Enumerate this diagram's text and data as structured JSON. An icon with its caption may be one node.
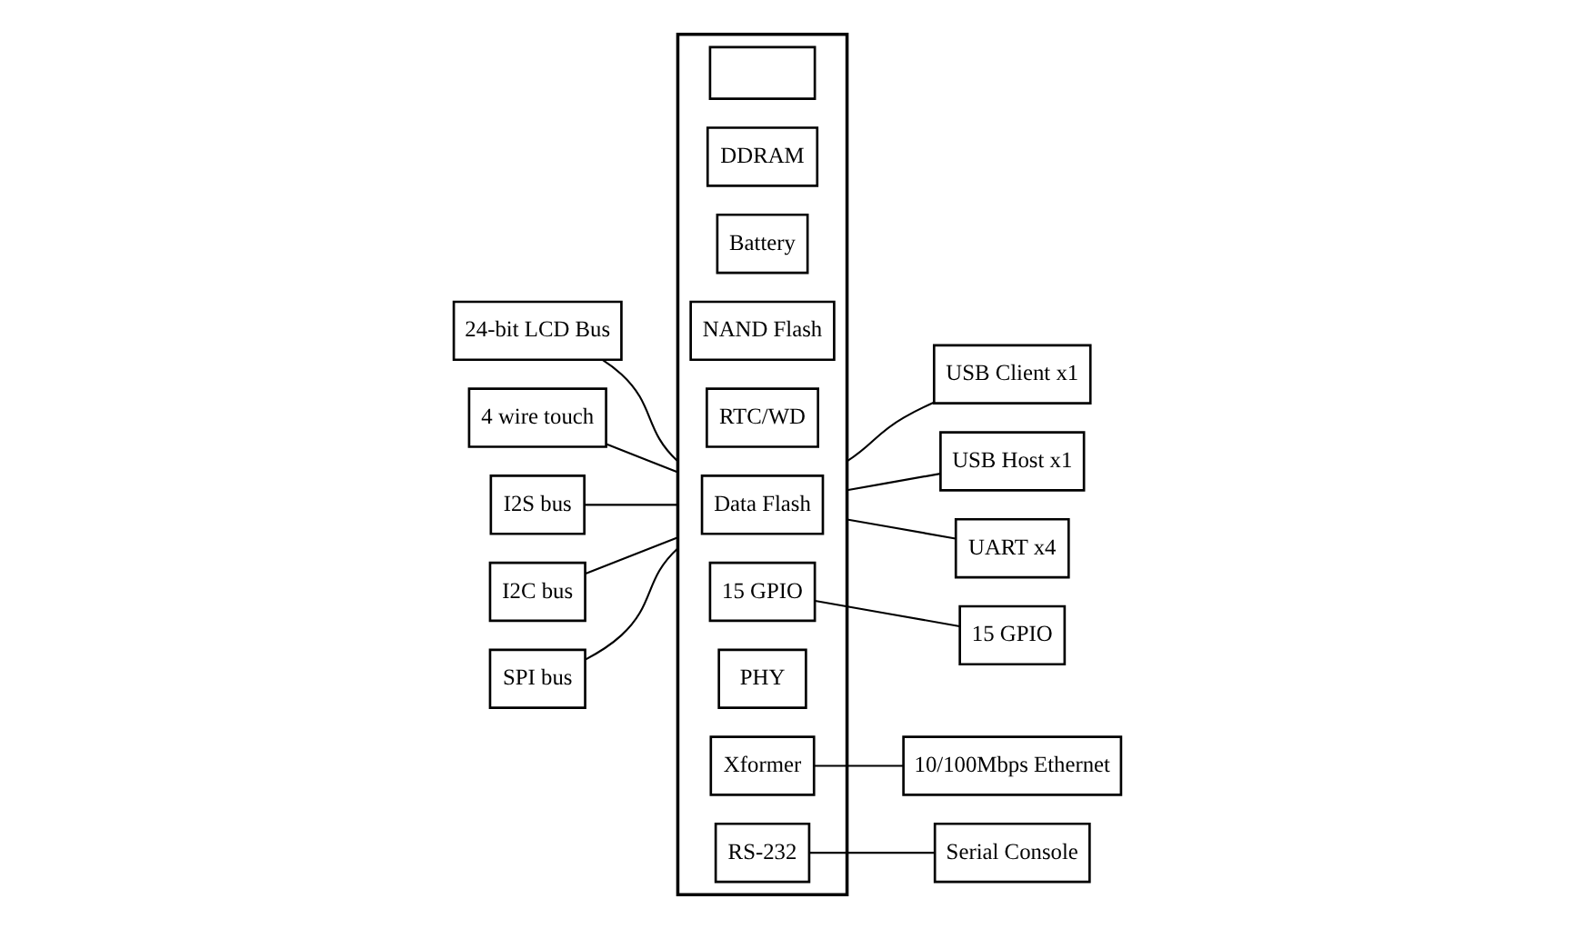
{
  "diagram": {
    "nodes": [
      {
        "text": [],
        "shape": "box"
      },
      {
        "text": [],
        "shape": "box",
        "in": 0
      },
      {
        "text": [
          "DDRAM"
        ],
        "in": 0
      },
      {
        "text": [
          "Battery"
        ],
        "in": 0
      },
      {
        "text": [
          "NAND Flash"
        ],
        "in": 0
      },
      {
        "text": [
          "RTC/WD"
        ],
        "in": 0
      },
      {
        "text": [
          "Data Flash"
        ],
        "in": 0
      },
      {
        "text": [
          "15 GPIO"
        ],
        "in": 0
      },
      {
        "text": [
          "PHY"
        ],
        "in": 0
      },
      {
        "text": [
          "Xformer"
        ],
        "in": 0
      },
      {
        "text": [
          "RS-232"
        ],
        "in": 0
      },
      {
        "text": [
          "24-bit LCD Bus"
        ]
      },
      {
        "text": [
          "4 wire touch"
        ]
      },
      {
        "text": [
          "I2S bus"
        ]
      },
      {
        "text": [
          "I2C bus"
        ]
      },
      {
        "text": [
          "SPI bus"
        ]
      },
      {
        "text": [
          "USB Client x1"
        ]
      },
      {
        "text": [
          "USB Host x1"
        ]
      },
      {
        "text": [
          "UART x4"
        ]
      },
      {
        "text": [
          "15 GPIO"
        ]
      },
      {
        "text": [
          "Serial Console"
        ]
      },
      {
        "text": [
          "10/100Mbps Ethernet"
        ]
      }
    ],
    "edges": [
      {
        "from": 11,
        "to": 0,
        "arrow": "none"
      },
      {
        "from": 12,
        "to": 0,
        "arrow": "none"
      },
      {
        "from": 13,
        "to": 0,
        "arrow": "none"
      },
      {
        "from": 14,
        "to": 0,
        "arrow": "none"
      },
      {
        "from": 15,
        "to": 0,
        "arrow": "none"
      },
      {
        "from": 0,
        "to": 16,
        "arrow": "none"
      },
      {
        "from": 0,
        "to": 17,
        "arrow": "none"
      },
      {
        "from": 0,
        "to": 18,
        "arrow": "none"
      },
      {
        "from": 7,
        "to": 19,
        "arrow": "none"
      },
      {
        "from": 10,
        "to": 20,
        "arrow": "none"
      },
      {
        "from": 9,
        "to": 21,
        "arrow": "none"
      }
    ]
  }
}
